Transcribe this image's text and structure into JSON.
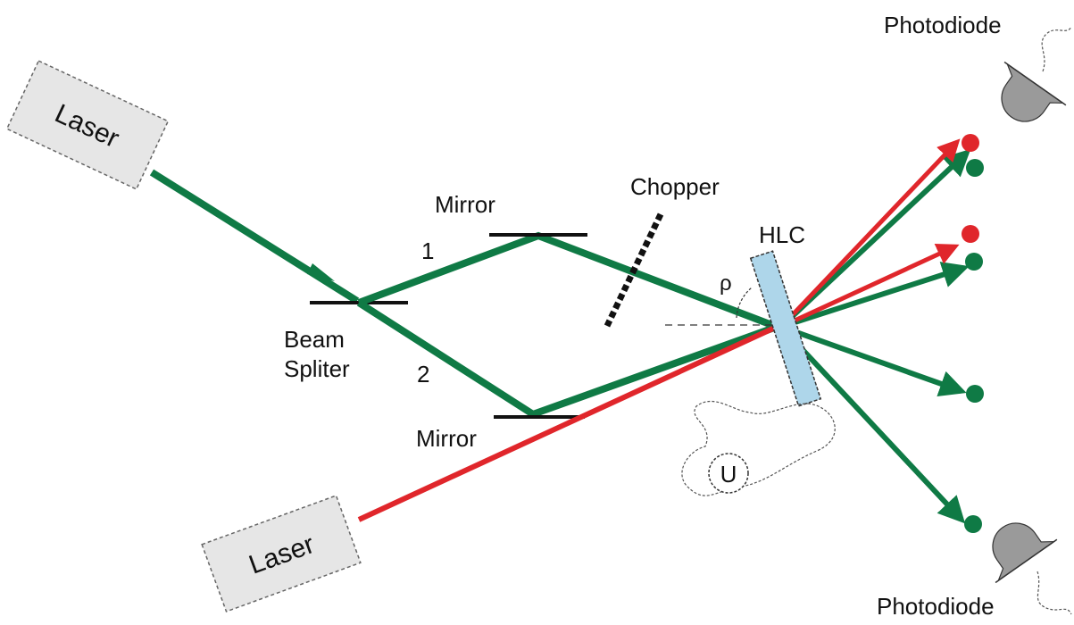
{
  "labels": {
    "laser_top": "Laser",
    "laser_bottom": "Laser",
    "beam_splitter_line1": "Beam",
    "beam_splitter_line2": "Spliter",
    "mirror_top": "Mirror",
    "mirror_bottom": "Mirror",
    "chopper": "Chopper",
    "hlc": "HLC",
    "angle": "ρ",
    "path_1": "1",
    "path_2": "2",
    "voltage": "U",
    "photodiode_top": "Photodiode",
    "photodiode_bottom": "Photodiode"
  },
  "colors": {
    "green_beam": "#0f7a45",
    "red_beam": "#e0262b",
    "hlc_fill": "#aed6ea",
    "detector_fill": "#9a9a9a"
  }
}
